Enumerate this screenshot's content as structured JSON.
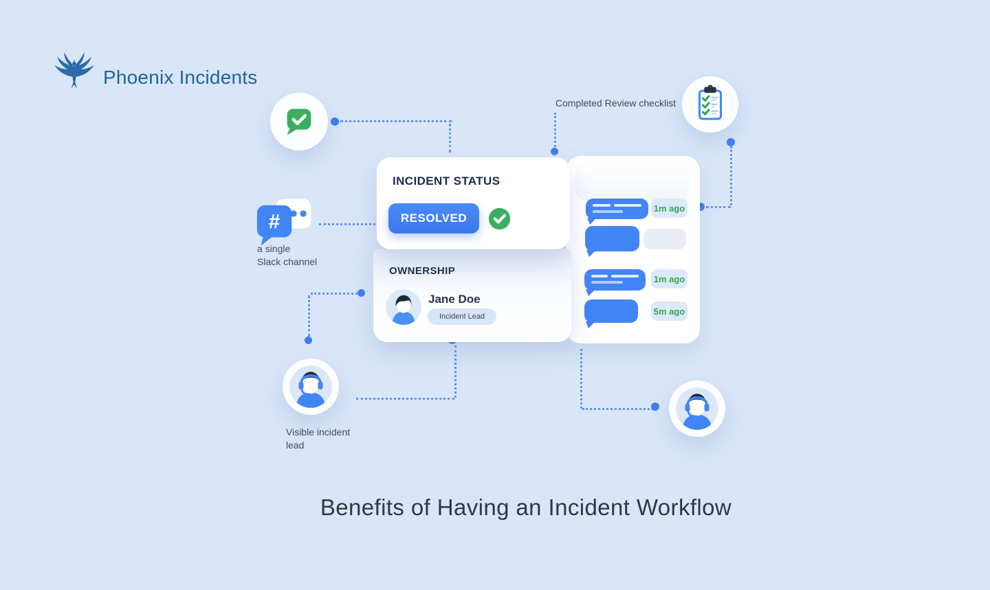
{
  "brand": {
    "name": "Phoenix Incidents"
  },
  "illustration": {
    "checklist_label": "Completed Review checklist",
    "slack_label_line1": "a single",
    "slack_label_line2": "Slack channel",
    "slack_hash": "#",
    "lead_label_line1": "Visible incident",
    "lead_label_line2": "lead"
  },
  "status_card": {
    "title": "INCIDENT STATUS",
    "status": "RESOLVED"
  },
  "ownership_card": {
    "title": "OWNERSHIP",
    "owner_name": "Jane Doe",
    "owner_role": "Incident Lead"
  },
  "chat": {
    "timestamps": [
      "1m ago",
      "1m ago",
      "5m ago"
    ]
  },
  "headline": {
    "text": "Benefits of Having an Incident Workflow"
  },
  "colors": {
    "background": "#d9e6f8",
    "accent_blue": "#4285f4",
    "success_green": "#34a853",
    "navy_text": "#1c2b4a",
    "brand_blue": "#1f639f"
  }
}
